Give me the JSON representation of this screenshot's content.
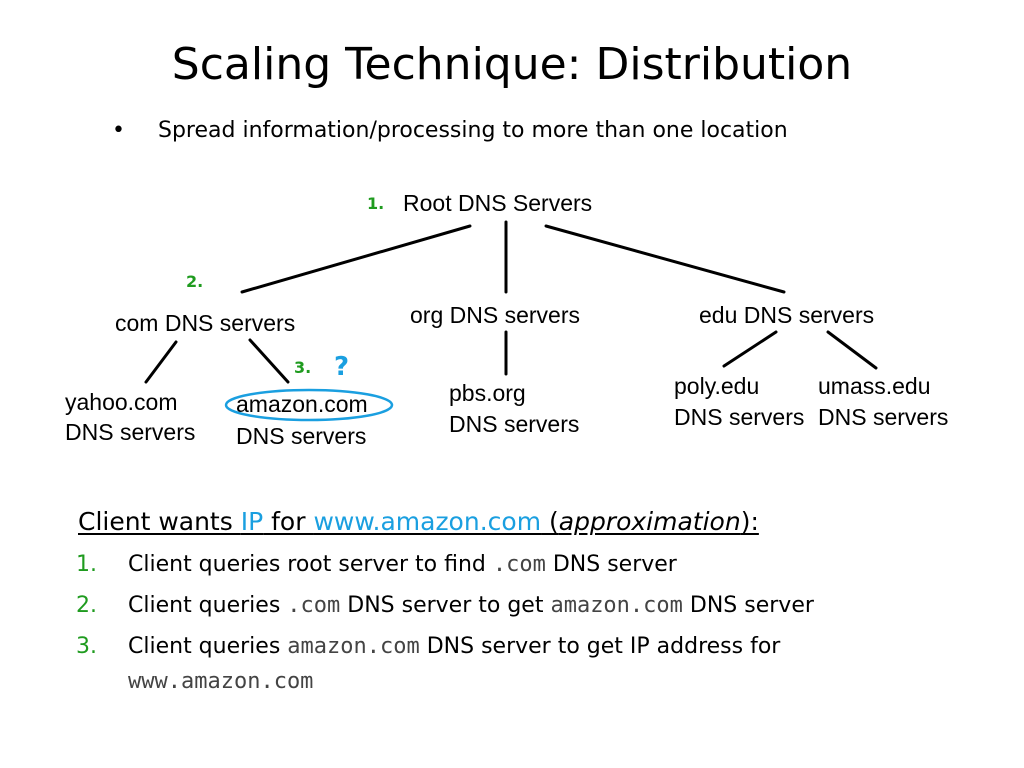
{
  "title": "Scaling Technique: Distribution",
  "bullet": {
    "symbol": "•",
    "text": "Spread information/processing to more than one location"
  },
  "diagram": {
    "root": {
      "num": "1.",
      "label": "Root DNS Servers"
    },
    "com": {
      "num": "2.",
      "label": "com DNS servers"
    },
    "org": {
      "label": "org DNS servers"
    },
    "edu": {
      "label": "edu DNS servers"
    },
    "yahoo": {
      "line1": "yahoo.com",
      "line2": "DNS servers"
    },
    "amazon": {
      "num": "3.",
      "question": "?",
      "line1": "amazon.com",
      "line2": "DNS servers"
    },
    "pbs": {
      "line1": "pbs.org",
      "line2": "DNS servers"
    },
    "poly": {
      "line1": "poly.edu",
      "line2": "DNS servers"
    },
    "umass": {
      "line1": "umass.edu",
      "line2": "DNS servers"
    },
    "colors": {
      "step_number": "#1f9b1f",
      "highlight": "#1a9fe0"
    }
  },
  "client": {
    "heading": {
      "part1": "Client wants ",
      "ip": "IP",
      "part2": " for ",
      "url": "www.amazon.com",
      "part3": " (",
      "approx": "approximation",
      "part4": "):"
    },
    "steps": [
      {
        "num": "1.",
        "text1": "Client queries root server to find ",
        "code1": ".com",
        "text2": " DNS server"
      },
      {
        "num": "2.",
        "text1": "Client queries ",
        "code1": ".com",
        "text2": " DNS server to get ",
        "code2": "amazon.com",
        "text3": " DNS server"
      },
      {
        "num": "3.",
        "text1": "Client queries ",
        "code1": "amazon.com",
        "text2": " DNS server to get IP address for",
        "code2": "www.amazon.com"
      }
    ]
  }
}
